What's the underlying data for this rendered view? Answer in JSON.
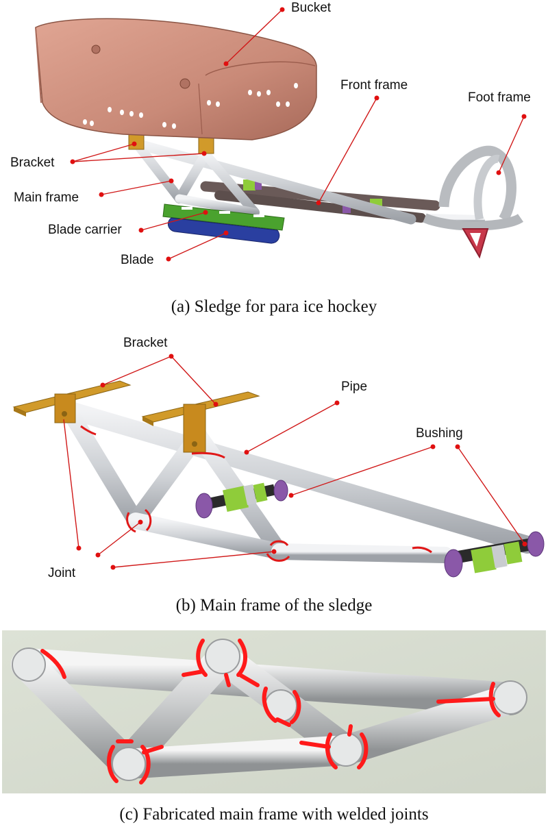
{
  "panel_a": {
    "caption": "(a) Sledge for para ice hockey",
    "labels": {
      "bucket": "Bucket",
      "front_frame": "Front frame",
      "foot_frame": "Foot frame",
      "bracket": "Bracket",
      "main_frame": "Main frame",
      "blade_carrier": "Blade carrier",
      "blade": "Blade"
    }
  },
  "panel_b": {
    "caption": "(b) Main frame of the sledge",
    "labels": {
      "bracket": "Bracket",
      "pipe": "Pipe",
      "bushing": "Bushing",
      "joint": "Joint"
    }
  },
  "panel_c": {
    "caption": "(c) Fabricated main frame with welded joints"
  },
  "colors": {
    "bucket": "#c98a78",
    "pipe": "#d4d6da",
    "bracket": "#d19a2a",
    "blade_carrier": "#4aa22e",
    "blade": "#2a3fa0",
    "bushing_purple": "#8a58a8",
    "bushing_green": "#8fcc3a",
    "foot_rest": "#c8384a",
    "front_bar": "#6a5a58",
    "weld": "#ff1a1a",
    "photo_bg": "#dfe3da"
  }
}
